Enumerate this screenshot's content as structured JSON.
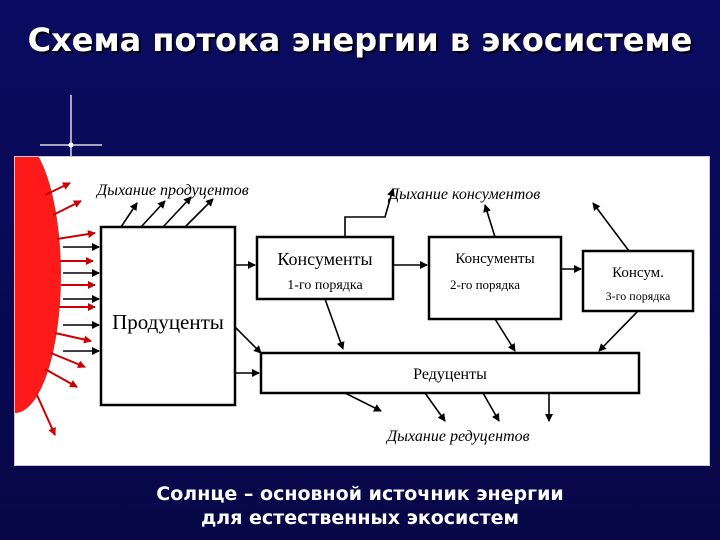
{
  "slide": {
    "title": "Схема потока энергии в экосистеме",
    "caption_line1": "Солнце – основной источник энергии",
    "caption_line2": "для естественных экосистем"
  },
  "diagram": {
    "label_producer_respiration": "Дыхание продуцентов",
    "label_consumer_respiration": "Дыхание консументов",
    "label_reducer_respiration": "Дыхание редуцентов",
    "box_producers": "Продуценты",
    "box_consumers1_title": "Консументы",
    "box_consumers1_sub": "1-го порядка",
    "box_consumers2_title": "Консументы",
    "box_consumers2_sub": "2-го порядка",
    "box_consumers3_title": "Консум.",
    "box_consumers3_sub": "3-го порядка",
    "box_reducers": "Редуценты"
  },
  "colors": {
    "background": "#0a0a5c",
    "sun": "#ff1a1a",
    "arrow_sun": "#cc0000",
    "arrow": "#000000",
    "text": "#ffffff"
  }
}
